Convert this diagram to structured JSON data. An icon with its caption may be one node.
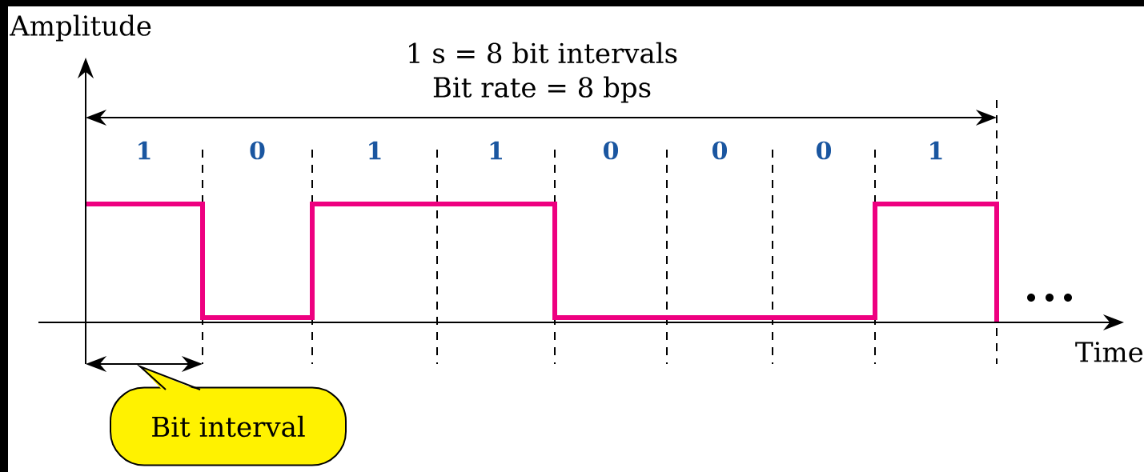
{
  "diagram": {
    "nodes": [
      {
        "text": [
          "Bit interval"
        ]
      }
    ],
    "labels": [
      "Amplitude",
      "1 s = 8 bit intervals",
      "Bit rate = 8 bps",
      "1",
      "0",
      "1",
      "1",
      "0",
      "0",
      "0",
      "1",
      "Time"
    ]
  }
}
